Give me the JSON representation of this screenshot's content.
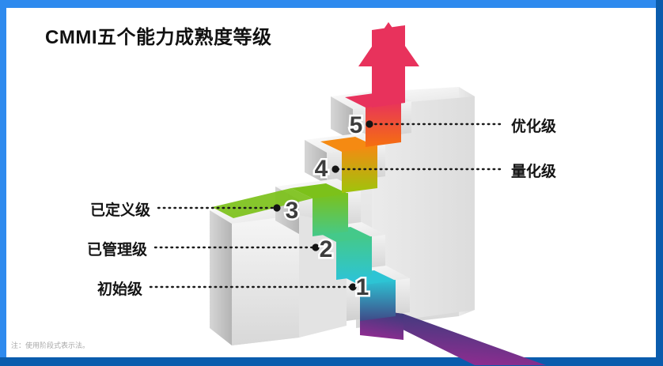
{
  "slide": {
    "title": "CMMI五个能力成熟度等级",
    "note": "注：使用阶段式表示法。",
    "background": "#ffffff",
    "border_top_color": "#2e8aee",
    "border_bottom_color": "#0a5cad"
  },
  "chart_data": {
    "type": "diagram",
    "subtype": "staircase-maturity-levels",
    "title": "CMMI五个能力成熟度等级",
    "note": "注：使用阶段式表示法。",
    "direction": "ascending-left-to-right",
    "arrow": {
      "name": "up-arrow",
      "color": "#e8325c",
      "direction": "up"
    },
    "entry_ribbon": {
      "color_start": "#3a3a7a",
      "color_end": "#a82a9a",
      "label": ""
    },
    "levels": [
      {
        "number": "1",
        "label": "初始级",
        "label_side": "left",
        "color": "#2dc4d4"
      },
      {
        "number": "2",
        "label": "已管理级",
        "label_side": "left",
        "color": "#3fc98d"
      },
      {
        "number": "3",
        "label": "已定义级",
        "label_side": "left",
        "color": "#7cc11a"
      },
      {
        "number": "4",
        "label": "量化级",
        "label_side": "right",
        "color": "#f58a12"
      },
      {
        "number": "5",
        "label": "优化级",
        "label_side": "right",
        "color": "#e8325c"
      }
    ],
    "step_fill": "#e9e9e9",
    "number_color": "#3d3d3d",
    "leader_line_color": "#1a1a1a"
  }
}
